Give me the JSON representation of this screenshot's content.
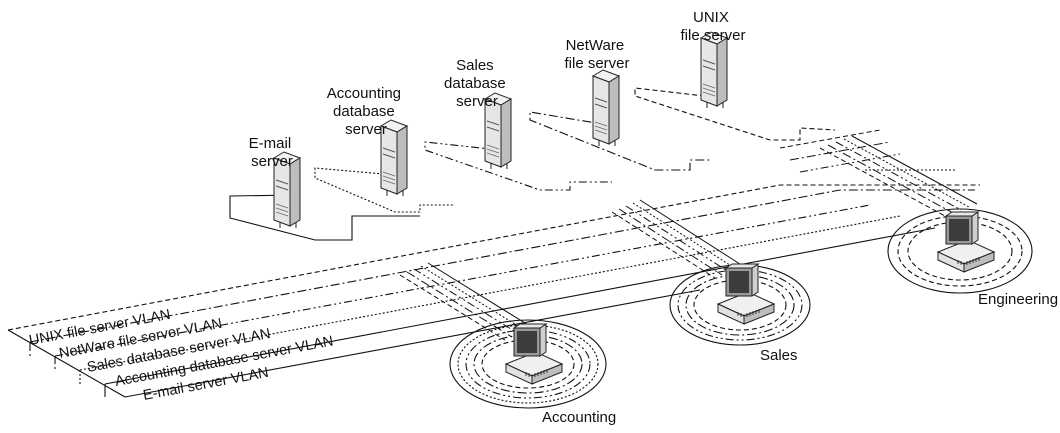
{
  "servers": [
    {
      "id": "email",
      "label_lines": [
        "E-mail",
        "server"
      ]
    },
    {
      "id": "accounting-db",
      "label_lines": [
        "Accounting",
        "database",
        "server"
      ]
    },
    {
      "id": "sales-db",
      "label_lines": [
        "Sales",
        "database",
        "server"
      ]
    },
    {
      "id": "netware",
      "label_lines": [
        "NetWare",
        "file server"
      ]
    },
    {
      "id": "unix",
      "label_lines": [
        "UNIX",
        "file server"
      ]
    }
  ],
  "vlans": [
    {
      "id": "unix",
      "label": "UNIX file server VLAN"
    },
    {
      "id": "netware",
      "label": "NetWare file server VLAN"
    },
    {
      "id": "sales-db",
      "label": "Sales database server VLAN"
    },
    {
      "id": "accounting-db",
      "label": "Accounting database server VLAN"
    },
    {
      "id": "email",
      "label": "E-mail server VLAN"
    }
  ],
  "workgroups": [
    {
      "id": "accounting",
      "label": "Accounting"
    },
    {
      "id": "sales",
      "label": "Sales"
    },
    {
      "id": "engineering",
      "label": "Engineering"
    }
  ]
}
